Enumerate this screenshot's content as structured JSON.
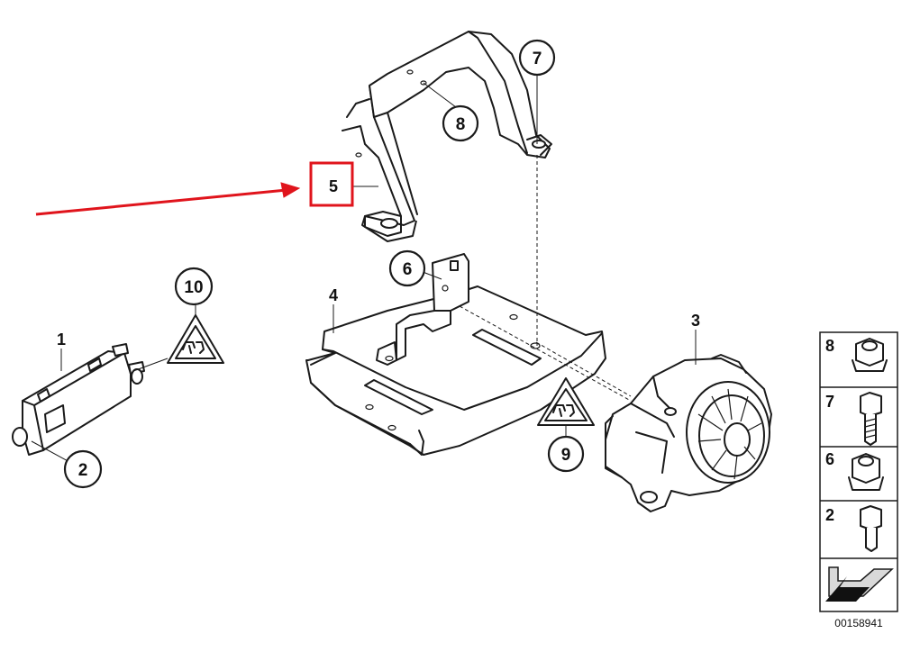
{
  "diagram": {
    "callouts": {
      "c1": "1",
      "c2": "2",
      "c3": "3",
      "c4": "4",
      "c5": "5",
      "c6": "6",
      "c7": "7",
      "c8": "8",
      "c9": "9",
      "c10": "10"
    },
    "highlight": {
      "label": "5",
      "box_color": "#e0141c",
      "arrow_color": "#e0141c"
    },
    "legend": {
      "items": [
        {
          "number": "8",
          "icon": "hex-nut-flanged-icon"
        },
        {
          "number": "7",
          "icon": "hex-bolt-short-icon"
        },
        {
          "number": "6",
          "icon": "hex-nut-flanged-icon"
        },
        {
          "number": "2",
          "icon": "hex-bolt-long-icon"
        }
      ],
      "footer_icon": "arrow-down-left-icon"
    },
    "diagram_number": "00158941"
  }
}
